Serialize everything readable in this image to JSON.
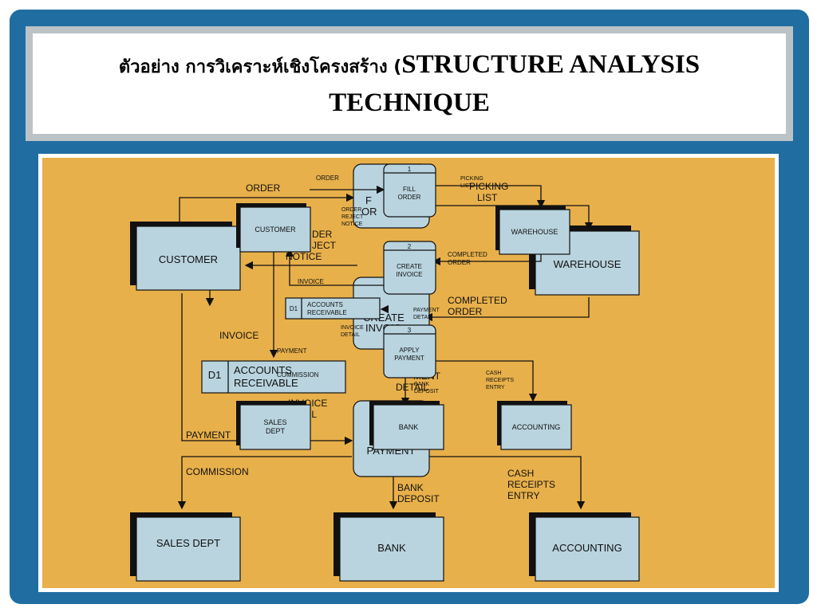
{
  "title": {
    "thai": "ตัวอย่าง การวิเคราะห์เชิงโครงสร้าง (",
    "english": "STRUCTURE ANALYSIS TECHNIQUE"
  },
  "big": {
    "customer": "CUSTOMER",
    "warehouse": "WAREHOUSE",
    "sales_dept": "SALES DEPT",
    "bank": "BANK",
    "accounting": "ACCOUNTING",
    "store_id": "D1",
    "store_name": "ACCOUNTS RECEIVABLE",
    "payment_proc": "PAYMENT",
    "proc_fill_partial": "F",
    "proc_order_partial": "OR",
    "proc_create_partial": "CREATE",
    "proc_invoice_partial": "INVOIC",
    "flow_order": "ORDER",
    "flow_reject_1": "DER",
    "flow_reject_2": "JECT",
    "flow_reject_3": "NOTICE",
    "flow_picking": "PICKING",
    "flow_list": "LIST",
    "flow_completed": "COMPLETED",
    "flow_completed_order": "ORDER",
    "flow_invoice": "INVOICE",
    "flow_payment_detail_1": "MENT",
    "flow_payment_detail_2": "DETAIL",
    "flow_invoice_detail_1": "INVOICE",
    "flow_invoice_detail_2": "AIL",
    "flow_payment": "PAYMENT",
    "flow_commission": "COMMISSION",
    "flow_bank_deposit_1": "BANK",
    "flow_bank_deposit_2": "DEPOSIT",
    "flow_cash_1": "CASH",
    "flow_cash_2": "RECEIPTS",
    "flow_cash_3": "ENTRY"
  },
  "small": {
    "customer": "CUSTOMER",
    "warehouse": "WAREHOUSE",
    "sales_dept_1": "SALES",
    "sales_dept_2": "DEPT",
    "bank": "BANK",
    "accounting": "ACCOUNTING",
    "p1_num": "1",
    "p1_name_1": "FILL",
    "p1_name_2": "ORDER",
    "p2_num": "2",
    "p2_name_1": "CREATE",
    "p2_name_2": "INVOICE",
    "p3_num": "3",
    "p3_name_1": "APPLY",
    "p3_name_2": "PAYMENT",
    "store_id": "D1",
    "store_name_1": "ACCOUNTS",
    "store_name_2": "RECEIVABLE",
    "flow_order": "ORDER",
    "flow_reject_1": "ORDER",
    "flow_reject_2": "REJECT",
    "flow_reject_3": "NOTICE",
    "flow_picking_1": "PICKING",
    "flow_picking_2": "LIST",
    "flow_completed_1": "COMPLETED",
    "flow_completed_2": "ORDER",
    "flow_invoice": "INVOICE",
    "flow_payment_detail_1": "PAYMENT",
    "flow_payment_detail_2": "DETAIL",
    "flow_invoice_detail_1": "INVOICE",
    "flow_invoice_detail_2": "DETAIL",
    "flow_payment": "PAYMENT",
    "flow_commission": "COMMISSION",
    "flow_bank_deposit_1": "BANK",
    "flow_bank_deposit_2": "DEPOSIT",
    "flow_cash_1": "CASH",
    "flow_cash_2": "RECEIPTS",
    "flow_cash_3": "ENTRY"
  },
  "colors": {
    "frame": "#1f6da1",
    "diagram_bg": "#e8b04a",
    "box_fill": "#b9d4df"
  }
}
